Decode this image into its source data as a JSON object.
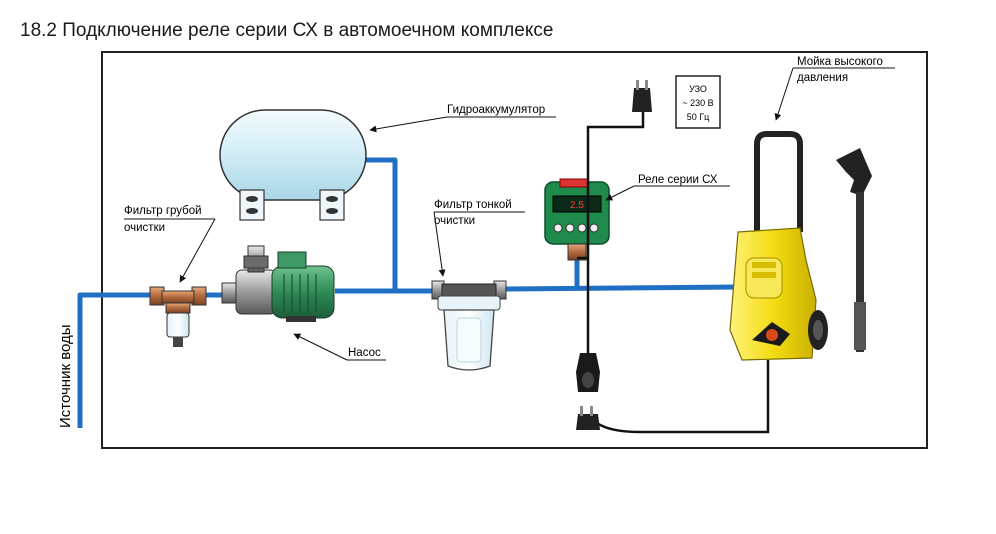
{
  "title": "18.2 Подключение реле серии СХ в автомоечном комплексе",
  "labels": {
    "water_source": "Источник воды",
    "accumulator": "Гидроаккумулятор",
    "coarse_filter_line1": "Фильтр грубой",
    "coarse_filter_line2": "очистки",
    "fine_filter_line1": "Фильтр тонкой",
    "fine_filter_line2": "очистки",
    "pump": "Насос",
    "relay": "Реле серии СХ",
    "washer_line1": "Мойка высокого",
    "washer_line2": "давления"
  },
  "uzo": {
    "line1": "УЗО",
    "line2": "~ 230 В",
    "line3": "50 Гц"
  },
  "colors": {
    "pipe": "#1f6fc4",
    "tank": "#d6eef6",
    "pump": "#2e8b57",
    "relay": "#1e8a4c",
    "washer": "#f3dc12",
    "line": "#111111"
  }
}
